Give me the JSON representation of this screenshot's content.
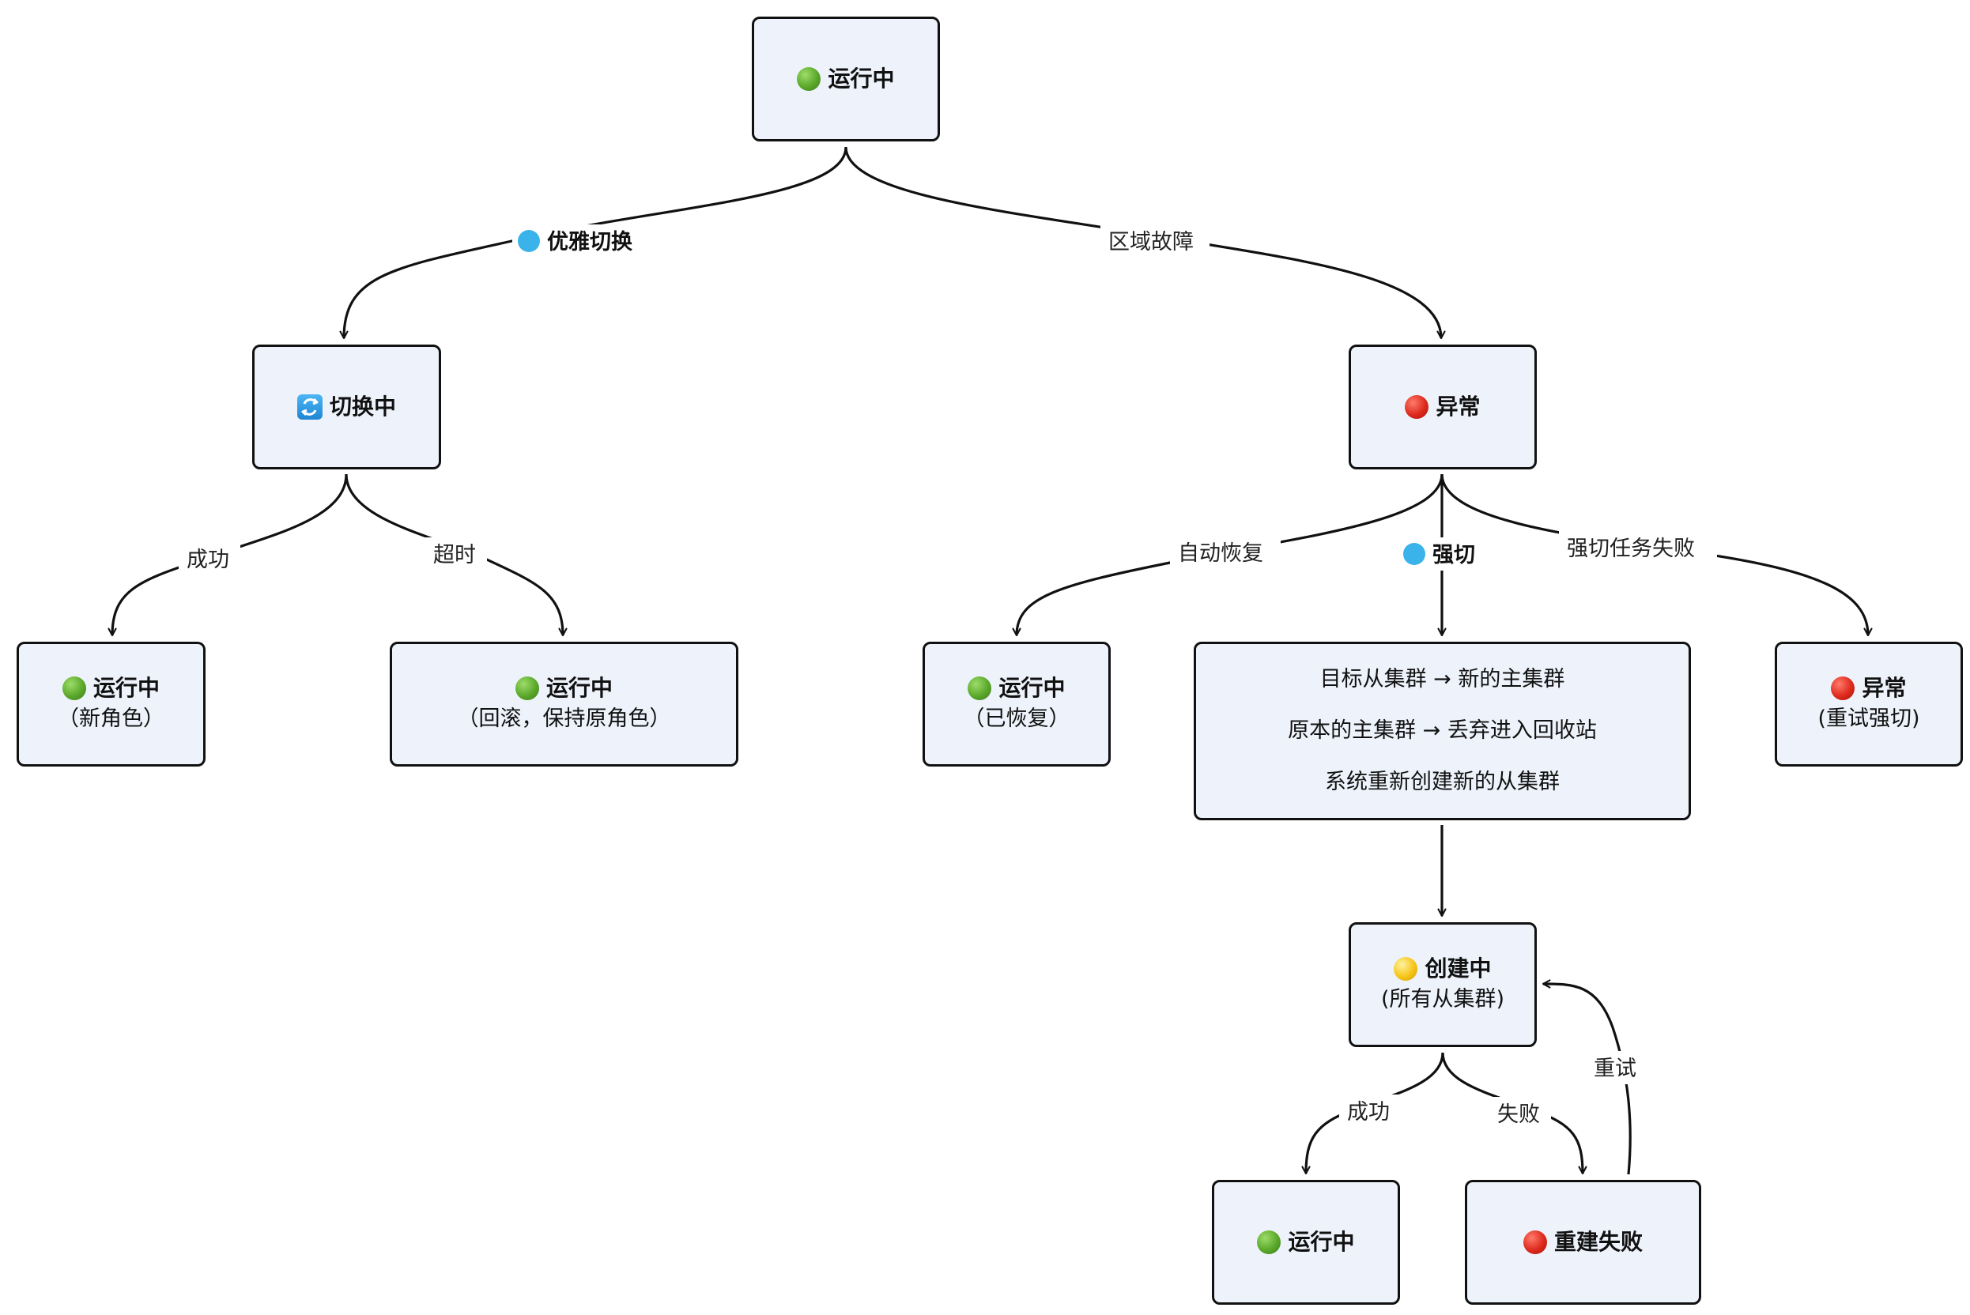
{
  "nodes": {
    "run_top": {
      "icon": "green-circle-icon",
      "title": "运行中"
    },
    "switching": {
      "icon": "sync-arrows-icon",
      "title": "切换中"
    },
    "abnormal": {
      "icon": "red-circle-icon",
      "title": "异常"
    },
    "run_new": {
      "icon": "green-circle-icon",
      "title": "运行中",
      "sub": "（新角色）"
    },
    "run_roll": {
      "icon": "green-circle-icon",
      "title": "运行中",
      "sub": "（回滚，保持原角色）"
    },
    "run_recov": {
      "icon": "green-circle-icon",
      "title": "运行中",
      "sub": "（已恢复）"
    },
    "force_box": {
      "lines": [
        "目标从集群 → 新的主集群",
        "原本的主集群 → 丢弃进入回收站",
        "系统重新创建新的从集群"
      ]
    },
    "abn_retry": {
      "icon": "red-circle-icon",
      "title": "异常",
      "sub": "(重试强切)"
    },
    "creating": {
      "icon": "yellow-circle-icon",
      "title": "创建中",
      "sub": "(所有从集群)"
    },
    "run_final": {
      "icon": "green-circle-icon",
      "title": "运行中"
    },
    "rebuild": {
      "icon": "red-circle-icon",
      "title": "重建失败"
    }
  },
  "edges": {
    "graceful": {
      "icon": "blue-circle-icon",
      "label": "优雅切换"
    },
    "region": {
      "label": "区域故障"
    },
    "success1": {
      "label": "成功"
    },
    "timeout": {
      "label": "超时"
    },
    "auto": {
      "label": "自动恢复"
    },
    "force": {
      "icon": "blue-circle-icon",
      "label": "强切"
    },
    "forcefail": {
      "label": "强切任务失败"
    },
    "success2": {
      "label": "成功"
    },
    "fail": {
      "label": "失败"
    },
    "retry": {
      "label": "重试"
    }
  },
  "colors": {
    "node_fill": "#eef3fb",
    "stroke": "#111111",
    "green": "#5aa82a",
    "red": "#dd2a1d",
    "blue": "#39b3ea",
    "yellow": "#f5c518"
  }
}
